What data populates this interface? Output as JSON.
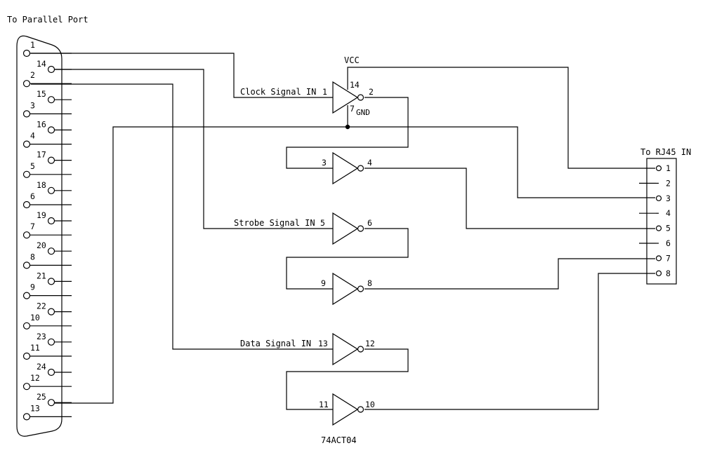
{
  "labels": {
    "parallel_port": "To Parallel Port",
    "rj45": "To RJ45 IN",
    "vcc": "VCC",
    "gnd": "GND",
    "chip": "74ACT04",
    "clock": "Clock Signal IN",
    "strobe": "Strobe Signal IN",
    "data": "Data Signal IN"
  },
  "db25": {
    "left_pins": [
      "1",
      "2",
      "3",
      "4",
      "5",
      "6",
      "7",
      "8",
      "9",
      "10",
      "11",
      "12",
      "13"
    ],
    "right_pins": [
      "14",
      "15",
      "16",
      "17",
      "18",
      "19",
      "20",
      "21",
      "22",
      "23",
      "24",
      "25"
    ]
  },
  "rj45": {
    "pins": [
      "1",
      "2",
      "3",
      "4",
      "5",
      "6",
      "7",
      "8"
    ]
  },
  "gates": {
    "g1": {
      "in": "1",
      "out": "2",
      "vcc": "14",
      "gnd": "7"
    },
    "g2": {
      "in": "3",
      "out": "4"
    },
    "g3": {
      "in": "5",
      "out": "6"
    },
    "g4": {
      "in": "9",
      "out": "8"
    },
    "g5": {
      "in": "13",
      "out": "12"
    },
    "g6": {
      "in": "11",
      "out": "10"
    }
  }
}
